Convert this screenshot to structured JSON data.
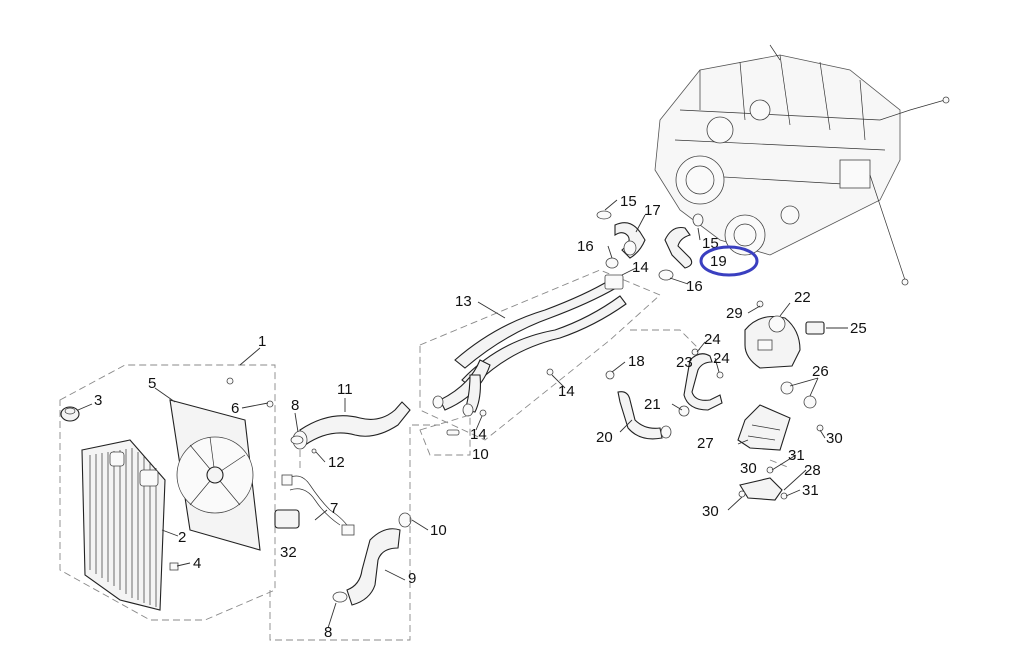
{
  "callouts": {
    "c1": "1",
    "c2": "2",
    "c3": "3",
    "c4": "4",
    "c5": "5",
    "c6": "6",
    "c7": "7",
    "c8a": "8",
    "c8b": "8",
    "c9": "9",
    "c10a": "10",
    "c10b": "10",
    "c11": "11",
    "c12": "12",
    "c13": "13",
    "c14a": "14",
    "c14b": "14",
    "c14c": "14",
    "c15a": "15",
    "c15b": "15",
    "c16a": "16",
    "c16b": "16",
    "c17": "17",
    "c18": "18",
    "c19": "19",
    "c20": "20",
    "c21": "21",
    "c22": "22",
    "c23": "23",
    "c24a": "24",
    "c24b": "24",
    "c25": "25",
    "c26": "26",
    "c27": "27",
    "c28": "28",
    "c29": "29",
    "c30a": "30",
    "c30b": "30",
    "c30c": "30",
    "c31a": "31",
    "c31b": "31",
    "c32": "32"
  },
  "highlight": {
    "target": "19",
    "color": "#3a3fc0"
  }
}
